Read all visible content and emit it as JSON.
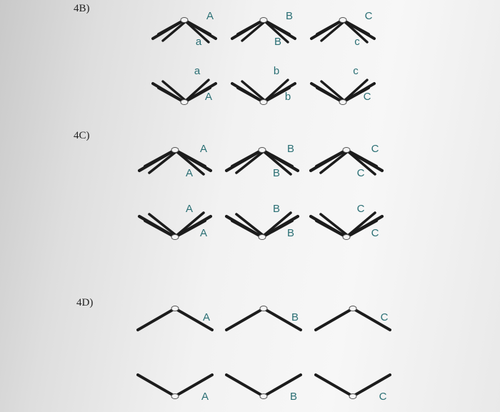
{
  "sections": [
    {
      "label": "4B)"
    },
    {
      "label": "4C)"
    },
    {
      "label": "4D)"
    }
  ],
  "chromosomes": {
    "4B": {
      "top": [
        {
          "labels": [
            "A",
            "a"
          ]
        },
        {
          "labels": [
            "B",
            "B"
          ]
        },
        {
          "labels": [
            "C",
            "c"
          ]
        }
      ],
      "bottom": [
        {
          "labels": [
            "a",
            "A"
          ]
        },
        {
          "labels": [
            "b",
            "b"
          ]
        },
        {
          "labels": [
            "c",
            "C"
          ]
        }
      ]
    },
    "4C": {
      "top": [
        {
          "labels": [
            "A",
            "A"
          ]
        },
        {
          "labels": [
            "B",
            "B"
          ]
        },
        {
          "labels": [
            "C",
            "C"
          ]
        }
      ],
      "bottom": [
        {
          "labels": [
            "A",
            "A"
          ]
        },
        {
          "labels": [
            "B",
            "B"
          ]
        },
        {
          "labels": [
            "C",
            "C"
          ]
        }
      ]
    },
    "4D": {
      "top": [
        {
          "labels": [
            "A"
          ]
        },
        {
          "labels": [
            "B"
          ]
        },
        {
          "labels": [
            "C"
          ]
        }
      ],
      "bottom": [
        {
          "labels": [
            "A"
          ]
        },
        {
          "labels": [
            "B"
          ]
        },
        {
          "labels": [
            "C"
          ]
        }
      ]
    }
  },
  "colors": {
    "chromatid": "#1c1c1c",
    "centromere": "#f4f4f4",
    "label": "#2a6f74"
  }
}
